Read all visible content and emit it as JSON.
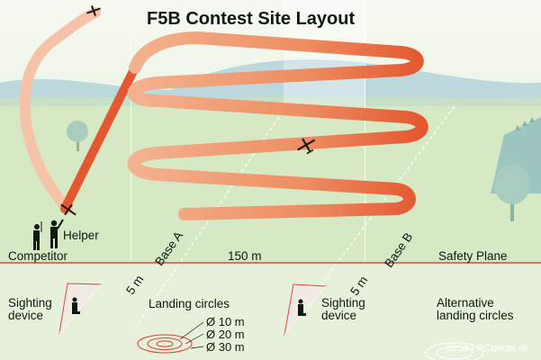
{
  "title": "F5B Contest Site Layout",
  "labels": {
    "helper": "Helper",
    "competitor": "Competitor",
    "base_a": "Base A",
    "base_b": "Base B",
    "distance": "150 m",
    "safety_plane": "Safety Plane",
    "offset_left": "5 m",
    "offset_right": "5 m",
    "sighting_left": "Sighting device",
    "sighting_right": "Sighting device",
    "landing_circles": "Landing circles",
    "alternative_landing": "Alternative landing circles",
    "diam_10": "Ø 10 m",
    "diam_20": "Ø 20 m",
    "diam_30": "Ø 30 m",
    "credit": "juroa | RCportal.sk"
  },
  "colors": {
    "sky": "#f4f8ee",
    "hills": "#bcd8dc",
    "field": "#d4e7c2",
    "path_dark": "#e3582f",
    "path_light": "#f6c9ad",
    "safety_line": "#e0473a",
    "text": "#0d1a12"
  },
  "icons": [
    "glider-icon",
    "person-icon",
    "sighting-triangle-icon",
    "tree-icon",
    "forest-icon"
  ]
}
